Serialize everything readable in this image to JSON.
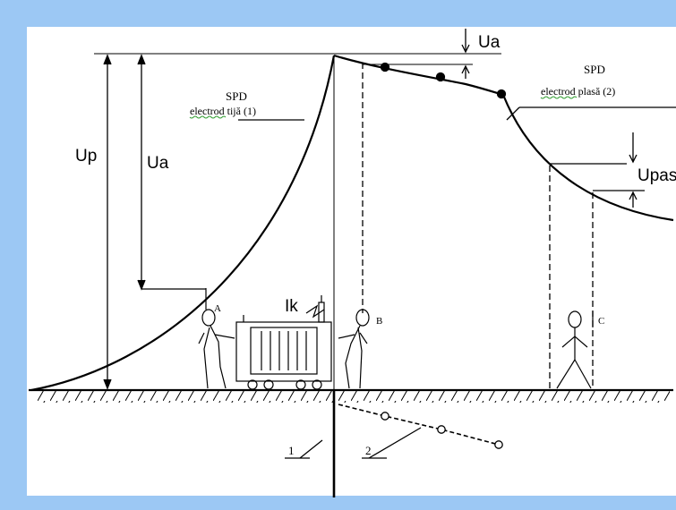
{
  "labels": {
    "ua_top": "Ua",
    "up": "Up",
    "ua_left": "Ua",
    "upas": "Upas",
    "ik": "Ik",
    "point_a": "A",
    "point_b": "B",
    "point_c": "C",
    "spd1_title": "SPD",
    "spd1_sub": "electrod tijă (1)",
    "spd2_title": "SPD",
    "spd2_sub": "electrod plasă (2)",
    "elec1": "1",
    "elec2": "2"
  },
  "colors": {
    "border": "#9cc8f4",
    "background": "#ffffff",
    "line": "#000000",
    "spell_underline": "#2e9c2e"
  }
}
